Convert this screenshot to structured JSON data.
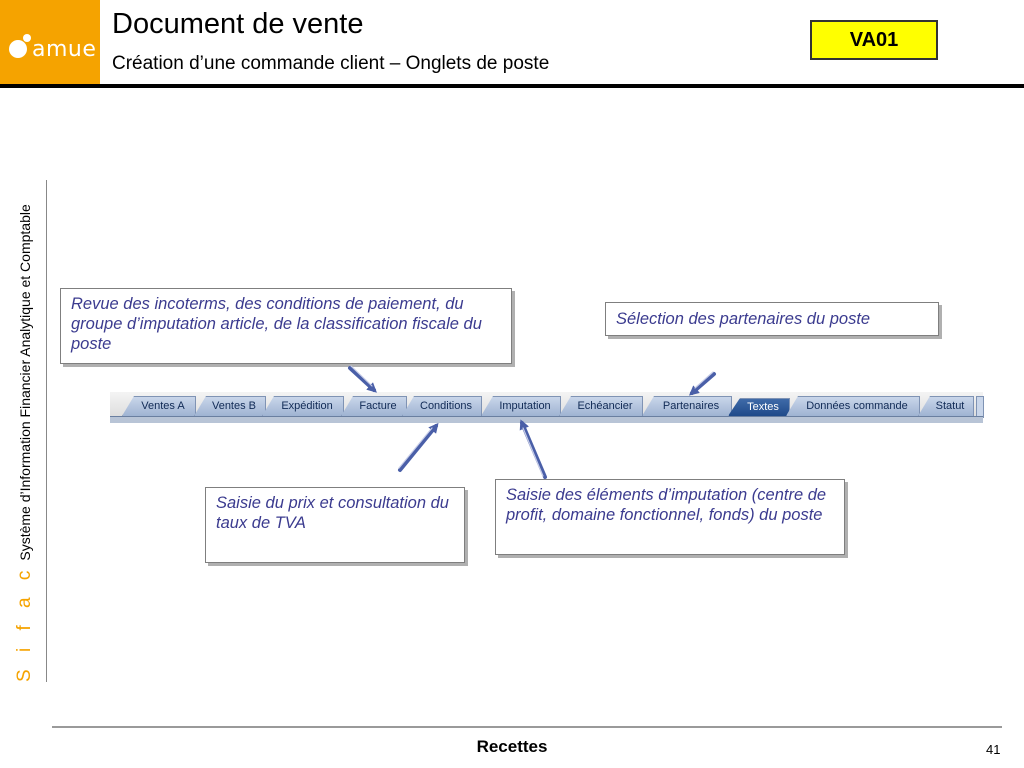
{
  "header": {
    "logo_text": "amue",
    "title": "Document de vente",
    "subtitle": "Création d’une commande client – Onglets de poste",
    "transaction_code": "VA01"
  },
  "sidebar": {
    "brand": "S i f a c",
    "label": "Système d’Information Financier Analytique et Comptable"
  },
  "callouts": {
    "conditions": "Revue des incoterms, des conditions de paiement,  du groupe d’imputation article, de la classification fiscale du poste",
    "partenaires": "Sélection des partenaires du poste",
    "prix": "Saisie du prix et consultation du taux de TVA",
    "imputation": "Saisie des éléments d’imputation (centre de profit, domaine fonctionnel, fonds) du poste"
  },
  "tabs": [
    {
      "label": "Ventes A"
    },
    {
      "label": "Ventes B"
    },
    {
      "label": "Expédition"
    },
    {
      "label": "Facture"
    },
    {
      "label": "Conditions"
    },
    {
      "label": "Imputation"
    },
    {
      "label": "Echéancier"
    },
    {
      "label": "Partenaires"
    },
    {
      "label": "Textes"
    },
    {
      "label": "Données commande"
    },
    {
      "label": "Statut"
    }
  ],
  "colors": {
    "brand_orange": "#f5a300",
    "code_highlight": "#ffff00",
    "callout_text": "#3b3b8f",
    "active_tab": "#1f4a8a"
  },
  "footer": {
    "title": "Recettes",
    "page": "41"
  }
}
